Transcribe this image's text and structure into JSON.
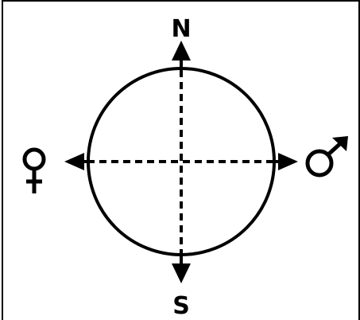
{
  "diagram": {
    "directions": {
      "north": "N",
      "south": "S"
    },
    "symbols": {
      "left": "female-symbol",
      "right": "male-symbol"
    },
    "style": {
      "line_color": "#000000",
      "background": "#ffffff",
      "axis_style": "dashed",
      "frame_edges": [
        "left",
        "top",
        "right"
      ]
    }
  }
}
